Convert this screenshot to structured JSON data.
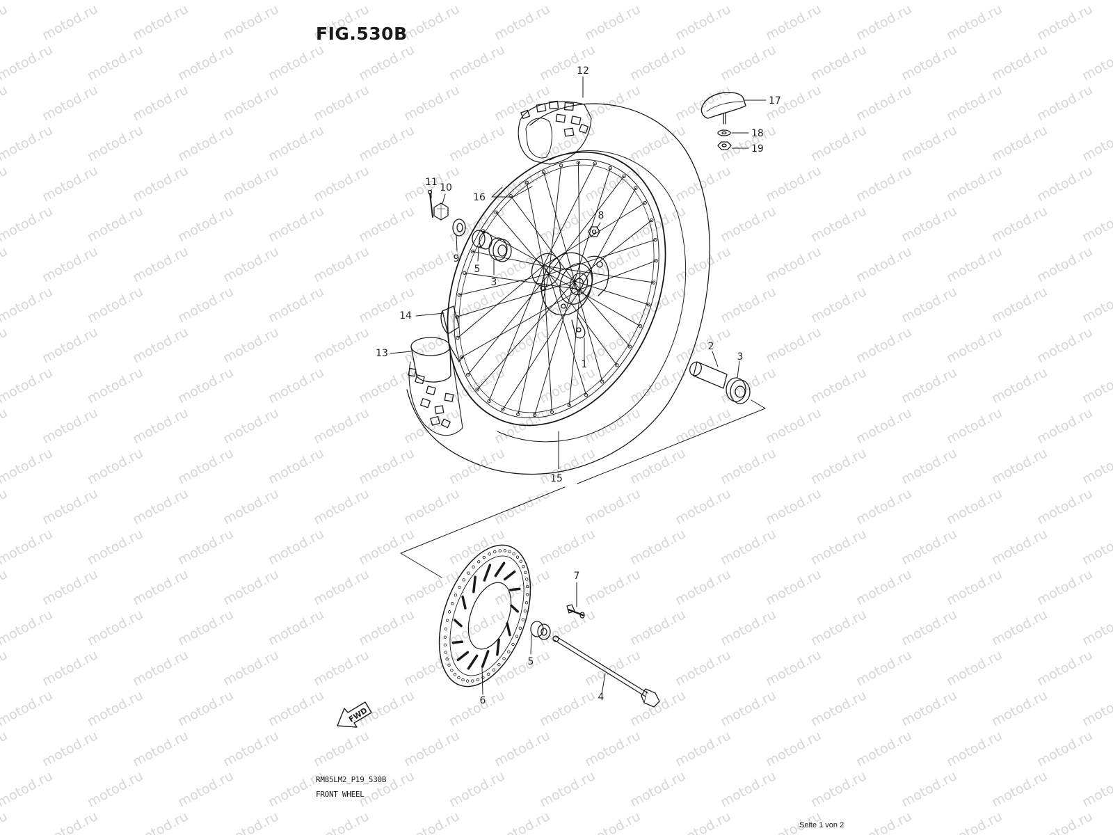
{
  "watermark_text": "motod.ru",
  "figure": {
    "title": "FIG.530B",
    "model_code": "RM85LM2_P19_530B",
    "section_name": "FRONT WHEEL"
  },
  "footer": {
    "page_counter": "Seite 1 von 2"
  },
  "direction_arrow": {
    "label": "FWD"
  },
  "callouts": [
    {
      "id": "callout-1",
      "label": "1"
    },
    {
      "id": "callout-2",
      "label": "2"
    },
    {
      "id": "callout-3-left",
      "label": "3"
    },
    {
      "id": "callout-3-right",
      "label": "3"
    },
    {
      "id": "callout-4",
      "label": "4"
    },
    {
      "id": "callout-5-top",
      "label": "5"
    },
    {
      "id": "callout-5-bottom",
      "label": "5"
    },
    {
      "id": "callout-6",
      "label": "6"
    },
    {
      "id": "callout-7",
      "label": "7"
    },
    {
      "id": "callout-8",
      "label": "8"
    },
    {
      "id": "callout-9",
      "label": "9"
    },
    {
      "id": "callout-10",
      "label": "10"
    },
    {
      "id": "callout-11",
      "label": "11"
    },
    {
      "id": "callout-12",
      "label": "12"
    },
    {
      "id": "callout-13",
      "label": "13"
    },
    {
      "id": "callout-14",
      "label": "14"
    },
    {
      "id": "callout-15",
      "label": "15"
    },
    {
      "id": "callout-16",
      "label": "16"
    },
    {
      "id": "callout-17",
      "label": "17"
    },
    {
      "id": "callout-18",
      "label": "18"
    },
    {
      "id": "callout-19",
      "label": "19"
    }
  ],
  "colors": {
    "line": "#1a1a1a",
    "watermark": "#d6d6d6",
    "background": "#ffffff"
  }
}
